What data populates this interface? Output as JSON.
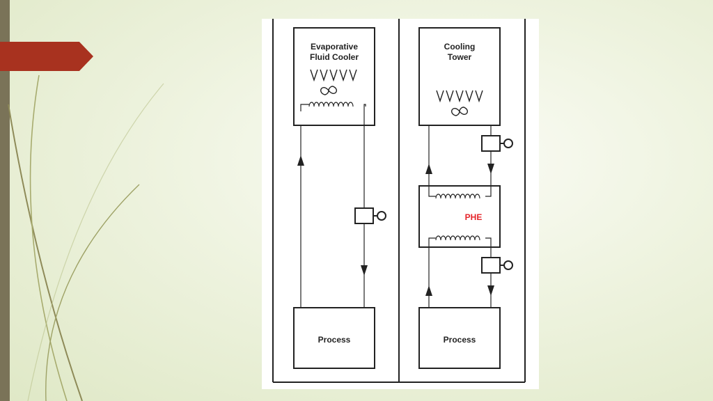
{
  "diagram": {
    "left_system": {
      "cooler_line1": "Evaporative",
      "cooler_line2": "Fluid Cooler",
      "process": "Process"
    },
    "right_system": {
      "tower_line1": "Cooling",
      "tower_line2": "Tower",
      "heat_exchanger": "PHE",
      "process": "Process"
    },
    "colors": {
      "accent_tab": "#a8321f",
      "left_bar": "#7a7358",
      "phe_label": "#e5242a"
    }
  }
}
